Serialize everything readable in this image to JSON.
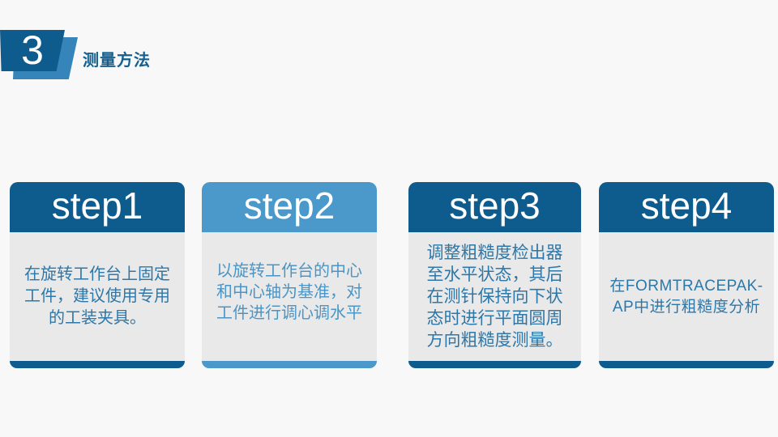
{
  "page": {
    "background_color": "#f8f8f8",
    "card_body_color": "#e9e9e9"
  },
  "header": {
    "chapter_number": "3",
    "title": "测量方法",
    "title_color": "#14608f",
    "badge_dark_color": "#0e5c8e",
    "badge_light_color": "#3585ba"
  },
  "cards": [
    {
      "step_label": "step1",
      "theme": "dark",
      "header_color": "#0e5c8e",
      "text_color": "#2d77a9",
      "text": "在旋转工作台上固定工件，建议使用专用的工装夹具。",
      "lines": [
        "在旋转工作台上固定",
        "工件，建议使用专用",
        "的工装夹具。"
      ]
    },
    {
      "step_label": "step2",
      "theme": "light",
      "header_color": "#4b98ca",
      "text_color": "#4b95c5",
      "text": "以旋转工作台的中心和中心轴为基准，对工件进行调心调水平",
      "lines": [
        "以旋转工作台的中心",
        "和中心轴为基准，对",
        "工件进行调心调水平"
      ]
    },
    {
      "step_label": "step3",
      "theme": "dark",
      "header_color": "#0e5c8e",
      "text_color": "#2d77a9",
      "text": "调整粗糙度检出器至水平状态，其后在测针保持向下状态时进行平面圆周方向粗糙度测量。",
      "lines": [
        "调整粗糙度检出器",
        "至水平状态，其后",
        "在测针保持向下状",
        "态时进行平面圆周",
        "方向粗糙度测量。"
      ]
    },
    {
      "step_label": "step4",
      "theme": "dark",
      "header_color": "#0e5c8e",
      "text_color": "#2d77a9",
      "text": "在FORMTRACEPAK-AP中进行粗糙度分析",
      "lines": [
        "在FORMTRACEPAK-",
        "AP中进行粗糙度分析"
      ]
    }
  ]
}
